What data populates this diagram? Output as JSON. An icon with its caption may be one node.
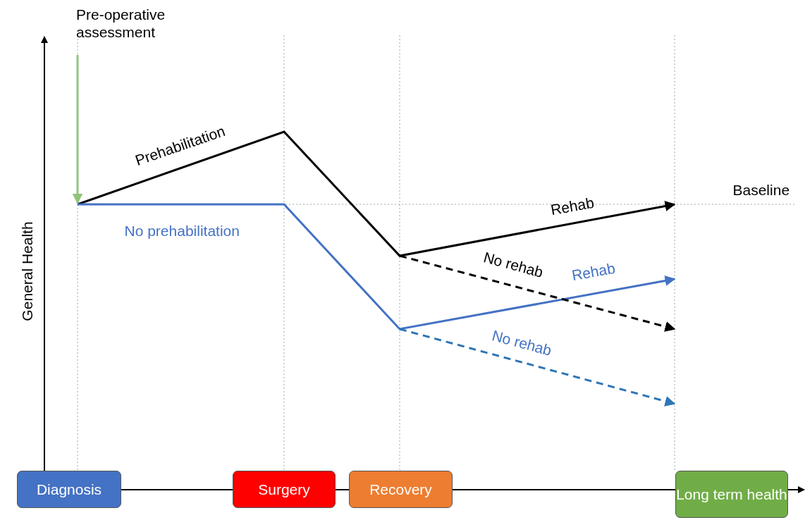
{
  "diagram": {
    "nodes": [
      {
        "text": [
          "Diagnosis"
        ]
      },
      {
        "text": [
          "Surgery"
        ]
      },
      {
        "text": [
          "Recovery"
        ]
      },
      {
        "text": [
          "Long term health"
        ]
      },
      {
        "text": [
          "Pre-operative assessment"
        ]
      }
    ],
    "edges": [
      {
        "from": 0,
        "to": 1,
        "arrow": "none"
      },
      {
        "from": 1,
        "to": 2,
        "arrow": "none"
      },
      {
        "from": 2,
        "to": 3,
        "arrow": "none"
      },
      {
        "from": 3,
        "to": null,
        "arrow": "to"
      },
      {
        "from": 4,
        "to": null,
        "arrow": "to",
        "color": "#8fc47a"
      }
    ],
    "labels": [
      "General Health",
      "Prehabilitation",
      "Baseline",
      "No prehabilitation",
      "Rehab",
      "No rehab",
      "Rehab",
      "No rehab"
    ]
  }
}
